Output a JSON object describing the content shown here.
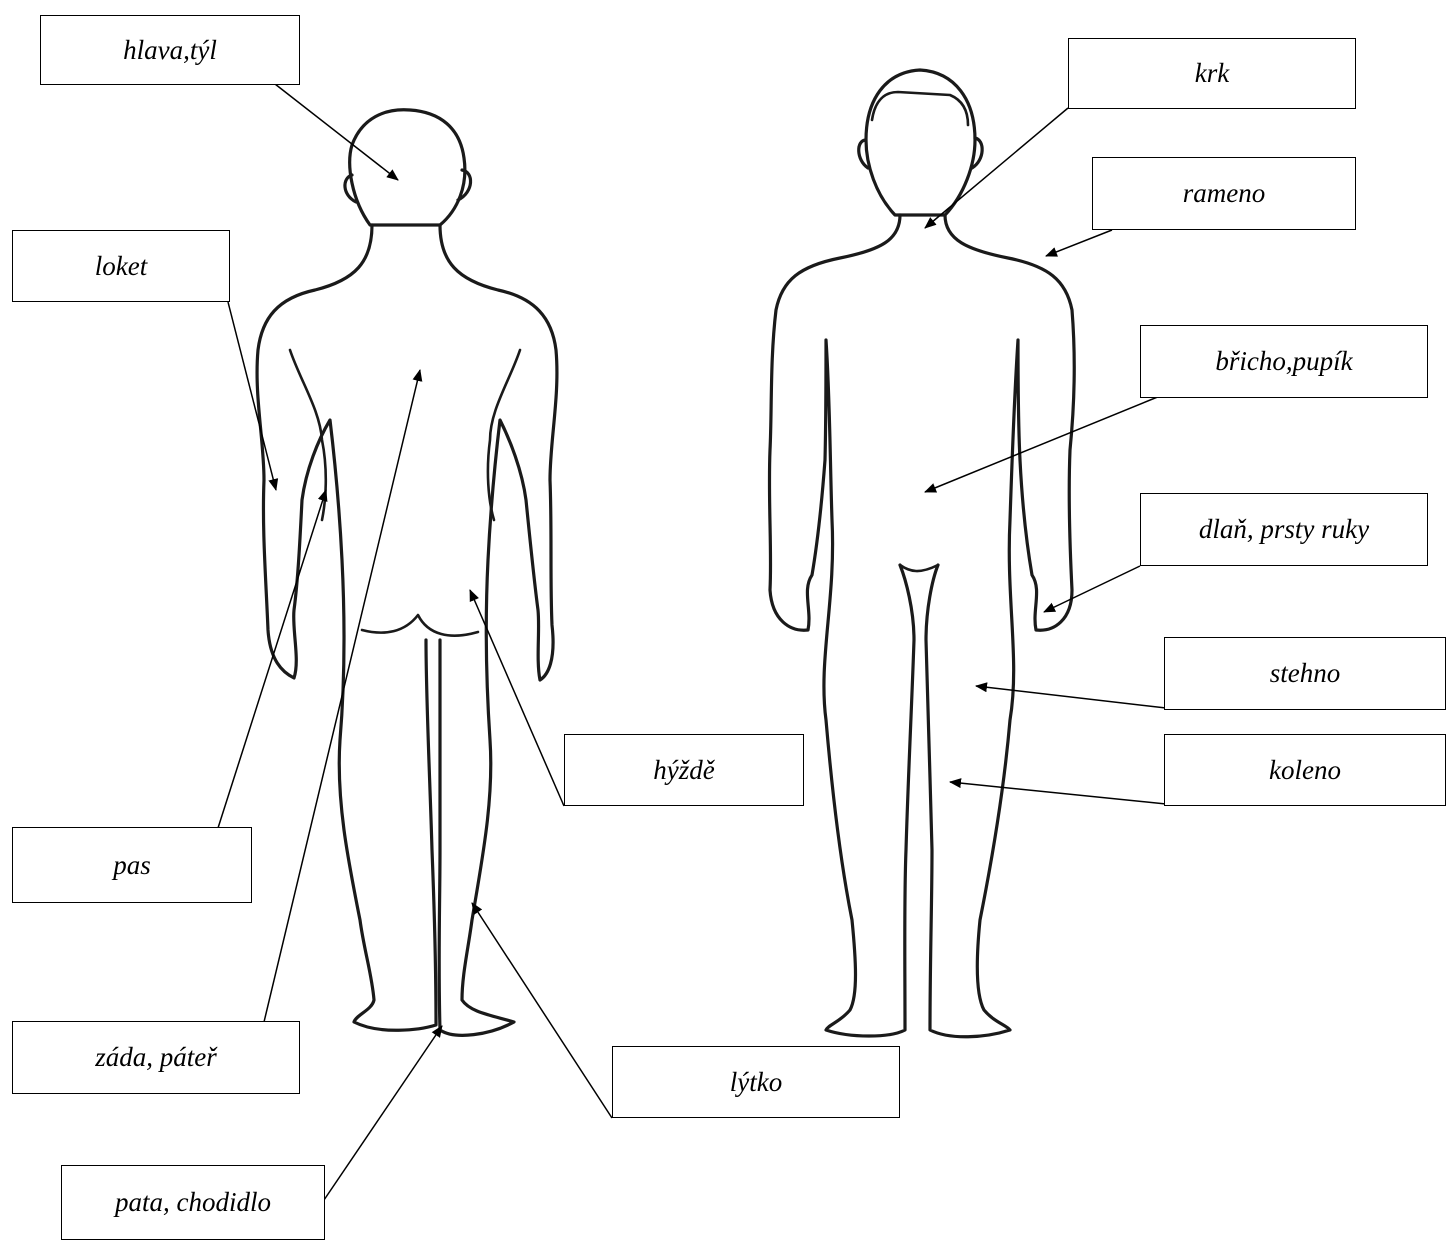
{
  "figures": [
    "back-view",
    "front-view"
  ],
  "labels": {
    "head": "hlava,týl",
    "elbow": "loket",
    "waist": "pas",
    "back": "záda, páteř",
    "heel": "pata, chodidlo",
    "buttocks": "hýždě",
    "calf": "lýtko",
    "neck": "krk",
    "shoulder": "rameno",
    "belly": "břicho,pupík",
    "palm": "dlaň, prsty ruky",
    "thigh": "stehno",
    "knee": "koleno"
  },
  "colors": {
    "outline": "#1a1a1a",
    "box_border": "#000000",
    "background": "#ffffff"
  }
}
